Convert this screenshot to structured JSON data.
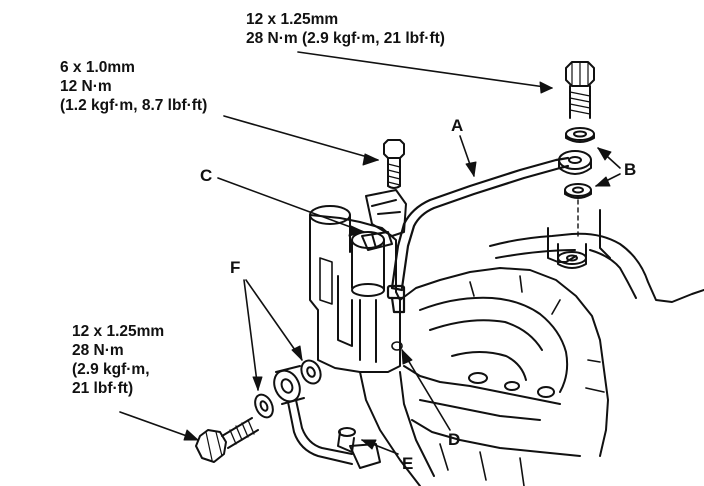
{
  "specs": {
    "top_bolt": {
      "line1": "12 x 1.25mm",
      "line2": "28 N·m (2.9 kgf·m, 21 lbf·ft)"
    },
    "mid_bolt": {
      "line1": "6 x 1.0mm",
      "line2": "12 N·m",
      "line3": "(1.2 kgf·m, 8.7 lbf·ft)"
    },
    "bottom_bolt": {
      "line1": "12 x 1.25mm",
      "line2": "28 N·m",
      "line3": "(2.9 kgf·m,",
      "line4": "21 lbf·ft)"
    }
  },
  "callouts": {
    "a": "A",
    "b": "B",
    "c": "C",
    "d": "D",
    "e": "E",
    "f": "F"
  },
  "colors": {
    "ink": "#111111",
    "background": "#ffffff"
  }
}
